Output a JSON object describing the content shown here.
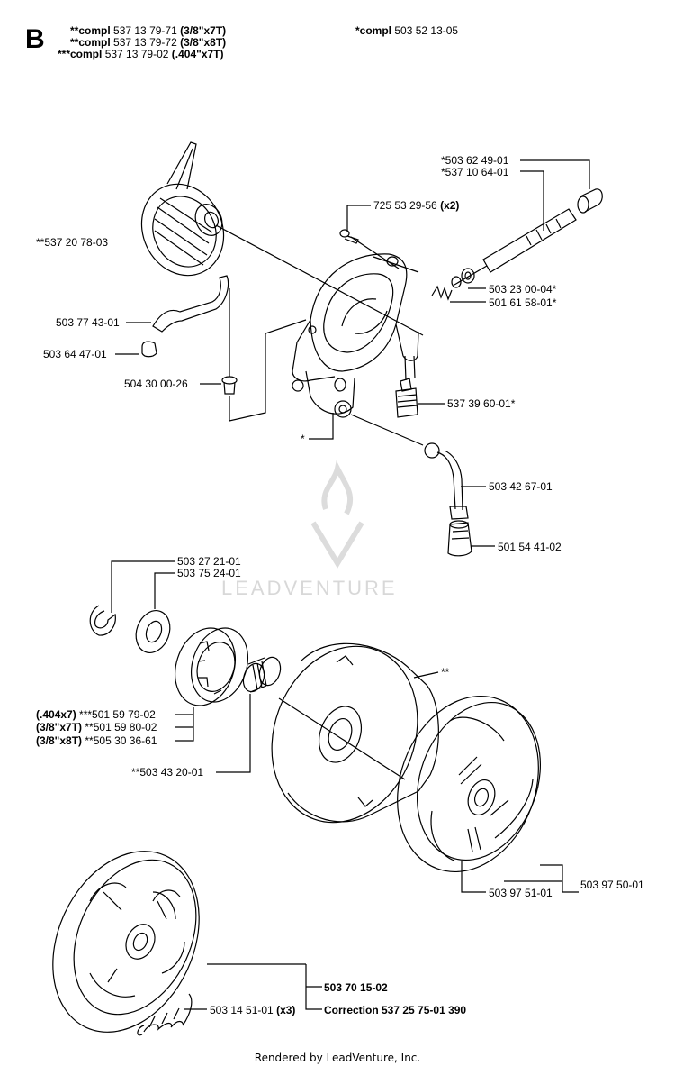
{
  "header": {
    "section_letter": "B",
    "lines": [
      {
        "prefix": "**compl",
        "number": "537 13 79-71",
        "spec": "(3/8\"x7T)"
      },
      {
        "prefix": "**compl",
        "number": "537 13 79-72",
        "spec": "(3/8\"x8T)"
      },
      {
        "prefix": "***compl",
        "number": "537 13 79-02",
        "spec": "(.404\"x7T)"
      }
    ],
    "right_prefix": "*compl",
    "right_number": "503 52 13-05"
  },
  "labels": {
    "p1": "*503 62 49-01",
    "p2": "*537 10 64-01",
    "p3": "725 53 29-56",
    "p3_qty": "(x2)",
    "p4": "**537 20 78-03",
    "p5": "503 23 00-04*",
    "p6": "501 61 58-01*",
    "p7": "503 77 43-01",
    "p8": "503 64 47-01",
    "p9": "504 30 00-26",
    "p10": "537 39 60-01*",
    "p11": "*",
    "p12": "503 42 67-01",
    "p13": "501 54 41-02",
    "p14": "503 27 21-01",
    "p15": "503 75 24-01",
    "p16": "**",
    "p17_spec": "(.404x7)",
    "p17": "***501 59 79-02",
    "p18_spec": "(3/8\"x7T)",
    "p18": "**501 59 80-02",
    "p19_spec": "(3/8\"x8T)",
    "p19": "**505 30 36-61",
    "p20": "**503 43 20-01",
    "p21": "503 97 50-01",
    "p22": "503 97 51-01",
    "p23": "503 70 15-02",
    "p24": "503 14 51-01",
    "p24_qty": "(x3)",
    "correction": "Correction 537 25 75-01 390"
  },
  "watermark": "LEADVENTURE",
  "footer": "Rendered by LeadVenture, Inc."
}
